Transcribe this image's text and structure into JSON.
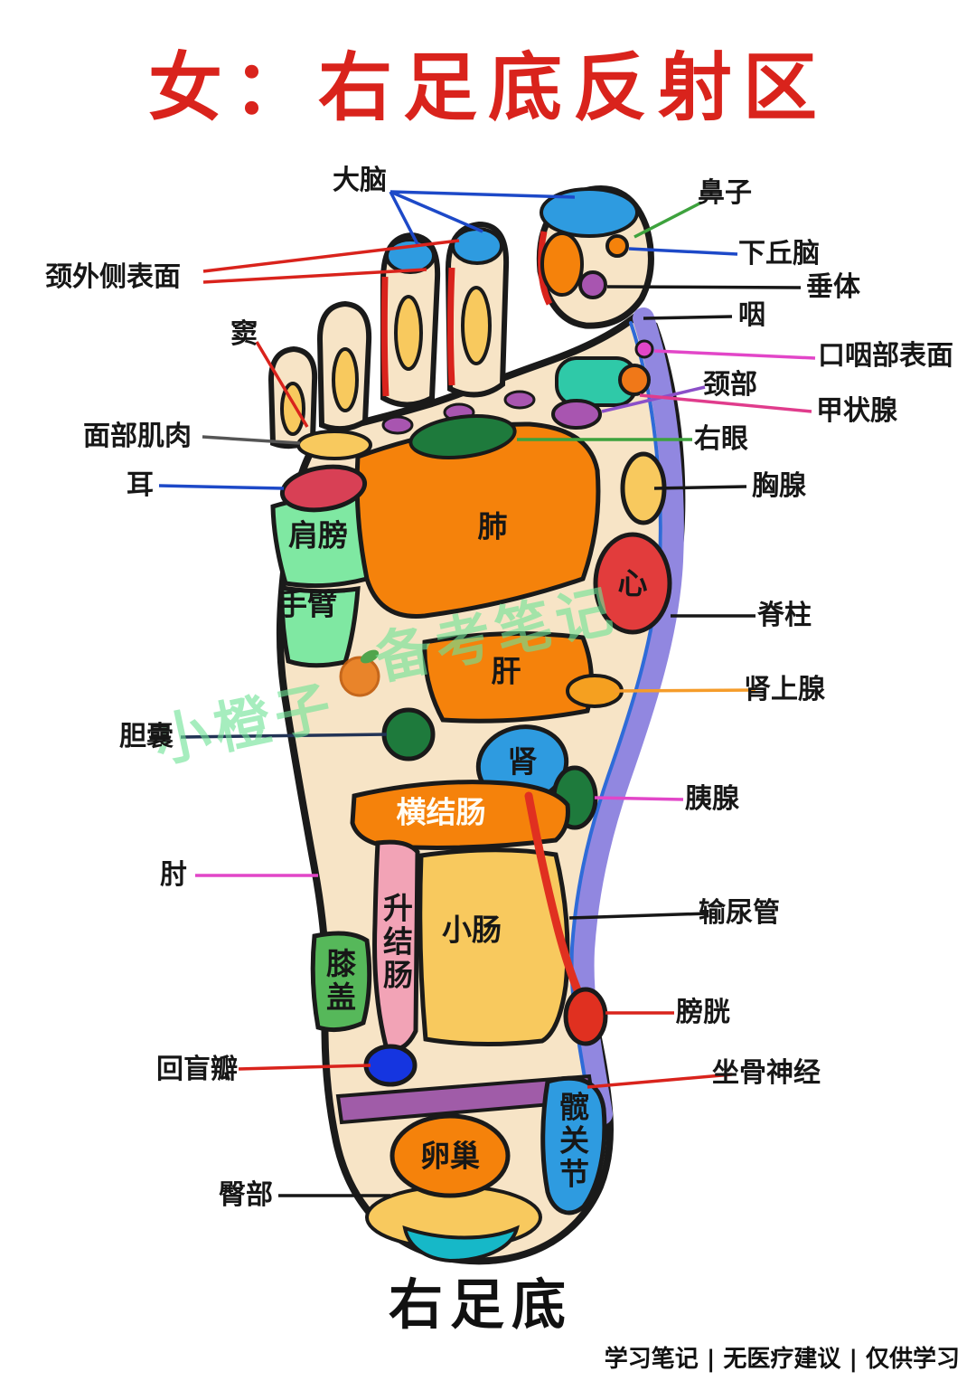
{
  "title": "女：右足底反射区",
  "caption": "右足底",
  "credits": "学习笔记 | 无医疗建议 | 仅供学习",
  "watermark": {
    "part1": "小橙子",
    "part2": "备考笔记"
  },
  "labels": {
    "cerebrum": "大脑",
    "lateral_neck": "颈外侧表面",
    "sinus": "窦",
    "facial_muscles": "面部肌肉",
    "ear": "耳",
    "gallbladder": "胆囊",
    "elbow": "肘",
    "ileocecal_valve": "回盲瓣",
    "buttock": "臀部",
    "nose": "鼻子",
    "hypothalamus": "下丘脑",
    "pituitary": "垂体",
    "pharynx": "咽",
    "oropharynx_surface": "口咽部表面",
    "neck": "颈部",
    "thyroid": "甲状腺",
    "right_eye": "右眼",
    "thymus": "胸腺",
    "spine": "脊柱",
    "adrenal": "肾上腺",
    "pancreas": "胰腺",
    "ureter": "输尿管",
    "bladder": "膀胱",
    "sciatic_nerve": "坐骨神经"
  },
  "regions": {
    "shoulder": "肩膀",
    "arm": "手臂",
    "lung": "肺",
    "heart": "心",
    "liver": "肝",
    "kidney": "肾",
    "transverse_colon": "横结肠",
    "ascending_colon": "升结肠",
    "small_intestine": "小肠",
    "knee": "膝盖",
    "ovary": "卵巢",
    "hip_joint": "髋关节"
  },
  "colors": {
    "title_red": "#d9231c",
    "foot_cream": "#f7e4c6",
    "orange": "#f5820b",
    "yellow": "#f8c95e",
    "blue": "#2e9be0",
    "royal_blue": "#1535e0",
    "teal": "#2fc9a8",
    "heel_teal": "#16b8c8",
    "light_green": "#7fe8a2",
    "mid_green": "#56b85a",
    "dark_green": "#1e7a3c",
    "red": "#e04050",
    "pink": "#f2a3b6",
    "spine_purple": "#9187e0",
    "violet": "#a855b0",
    "sciatic_purple": "#a05ca8",
    "watermark_green": "#70e296"
  }
}
